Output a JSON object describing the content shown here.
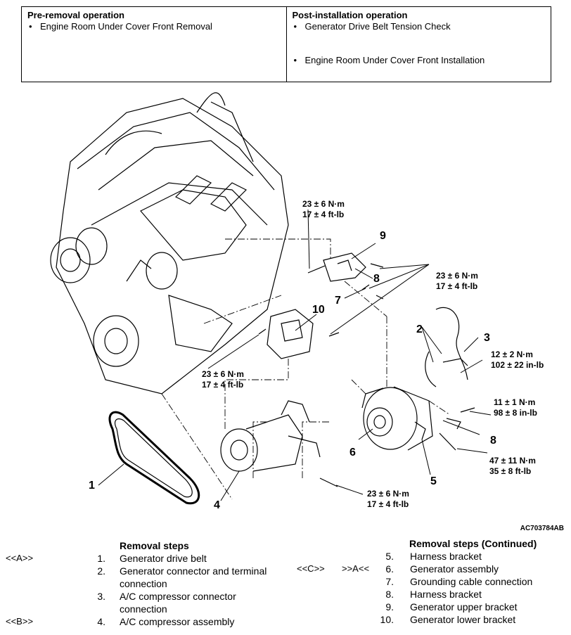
{
  "operations": {
    "pre": {
      "title": "Pre-removal operation",
      "items": [
        "Engine Room Under Cover Front Removal"
      ]
    },
    "post": {
      "title": "Post-installation operation",
      "items": [
        "Generator Drive Belt Tension Check",
        "Engine Room Under Cover Front Installation"
      ]
    }
  },
  "figure": {
    "id": "AC703784AB",
    "torque": {
      "t1": [
        "23 ± 6 N·m",
        "17 ± 4 ft-lb"
      ],
      "t2": [
        "23 ± 6 N·m",
        "17 ± 4 ft-lb"
      ],
      "t3": [
        "23 ± 6 N·m",
        "17 ± 4 ft-lb"
      ],
      "t4": [
        "12 ± 2 N·m",
        "102 ± 22 in-lb"
      ],
      "t5": [
        "11 ± 1 N·m",
        "98 ± 8 in-lb"
      ],
      "t6": [
        "47 ± 11 N·m",
        "35 ± 8 ft-lb"
      ],
      "t7": [
        "23 ± 6 N·m",
        "17 ± 4 ft-lb"
      ]
    },
    "callouts": [
      "1",
      "2",
      "3",
      "4",
      "5",
      "6",
      "7",
      "8",
      "8",
      "9",
      "10"
    ]
  },
  "removal": {
    "title": "Removal steps",
    "tagA": "<<A>>",
    "tagB": "<<B>>",
    "steps": [
      {
        "n": "1.",
        "t": "Generator drive belt"
      },
      {
        "n": "2.",
        "t": "Generator connector and terminal"
      },
      {
        "n": "",
        "t": "connection"
      },
      {
        "n": "3.",
        "t": "A/C compressor connector"
      },
      {
        "n": "",
        "t": "connection"
      },
      {
        "n": "4.",
        "t": "A/C compressor assembly"
      }
    ]
  },
  "removal_cont": {
    "title": "Removal steps (Continued)",
    "tagC": "<<C>>",
    "tagA2": ">>A<<",
    "steps": [
      {
        "n": "5.",
        "t": "Harness bracket"
      },
      {
        "n": "6.",
        "t": "Generator assembly"
      },
      {
        "n": "7.",
        "t": "Grounding cable connection"
      },
      {
        "n": "8.",
        "t": "Harness bracket"
      },
      {
        "n": "9.",
        "t": "Generator upper bracket"
      },
      {
        "n": "10.",
        "t": "Generator lower bracket"
      }
    ]
  }
}
